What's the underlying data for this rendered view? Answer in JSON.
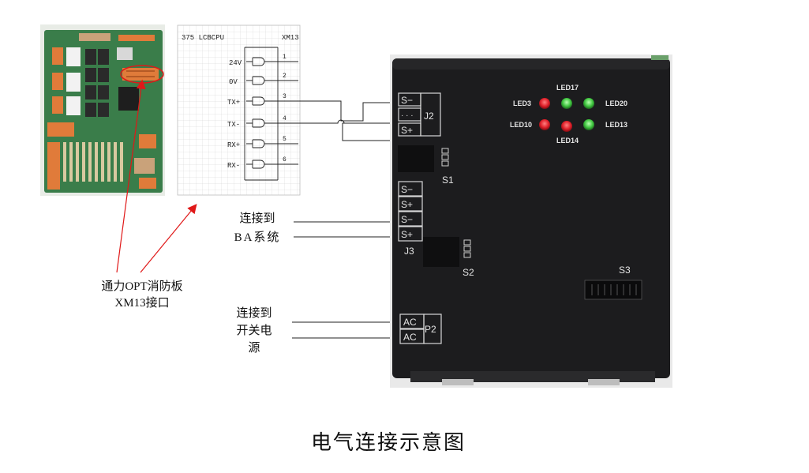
{
  "schematic": {
    "board_name": "375 LCBCPU",
    "connector": "XM13",
    "signals": [
      "24V",
      "0V",
      "TX+",
      "TX-",
      "RX+",
      "RX-"
    ],
    "pins": [
      "1",
      "2",
      "3",
      "4",
      "5",
      "6"
    ]
  },
  "callouts": {
    "opt_board_line1": "通力OPT消防板",
    "opt_board_line2": "XM13接口",
    "ba_line1": "连接到",
    "ba_line2": "BA系统",
    "power_line1": "连接到",
    "power_line2": "开关电",
    "power_line3": "源"
  },
  "device": {
    "j2": {
      "label": "J2",
      "pins": [
        "S−",
        "· · ·",
        "S+"
      ]
    },
    "j3": {
      "label": "J3",
      "pins": [
        "S−",
        "S+",
        "S−",
        "S+"
      ]
    },
    "p2": {
      "label": "P2",
      "pins": [
        "AC",
        "AC"
      ]
    },
    "switches": {
      "s1": "S1",
      "s2": "S2",
      "s3": "S3"
    },
    "leds": {
      "led3": "LED3",
      "led17": "LED17",
      "led20": "LED20",
      "led10": "LED10",
      "led14": "LED14",
      "led13": "LED13"
    }
  },
  "caption": "电气连接示意图",
  "colors": {
    "device_body": "#1c1c1e",
    "led_red": "#e0202a",
    "led_green": "#3ec43e",
    "arrow": "#e01818",
    "board_green": "#3a7d4a"
  }
}
